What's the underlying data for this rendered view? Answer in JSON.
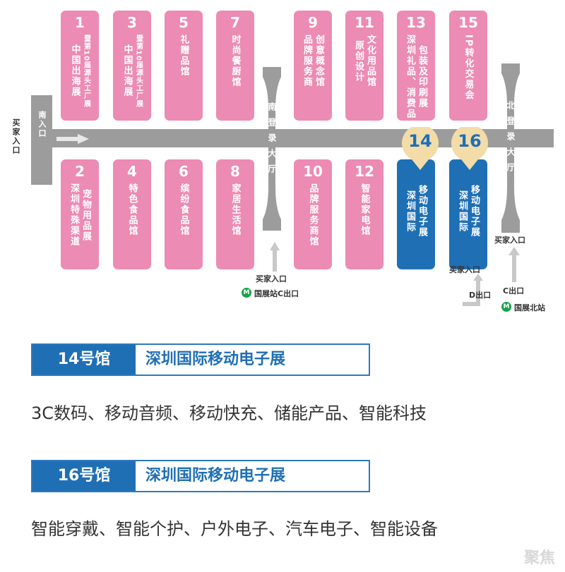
{
  "map": {
    "top_halls": [
      {
        "num": "1",
        "cols": [
          "暨第10届源头工厂展",
          "中国出海展"
        ],
        "small": true
      },
      {
        "num": "3",
        "cols": [
          "暨第10届源头工厂展",
          "中国出海展"
        ],
        "small": true
      },
      {
        "num": "5",
        "cols": [
          "礼赠品馆"
        ]
      },
      {
        "num": "7",
        "cols": [
          "时尚餐厨馆"
        ]
      },
      {
        "num": "9",
        "cols": [
          "创意概念馆",
          "品牌服务商"
        ]
      },
      {
        "num": "11",
        "cols": [
          "文化用品馆",
          "原创设计"
        ]
      },
      {
        "num": "13",
        "cols": [
          "包装及印刷展",
          "深圳礼品、消费品"
        ]
      },
      {
        "num": "15",
        "cols": [
          "IP转化交易会"
        ]
      }
    ],
    "bottom_halls": [
      {
        "num": "2",
        "cols": [
          "宠物用品展",
          "深圳特殊渠道"
        ]
      },
      {
        "num": "4",
        "cols": [
          "特色食品馆"
        ]
      },
      {
        "num": "6",
        "cols": [
          "缤纷食品馆"
        ]
      },
      {
        "num": "8",
        "cols": [
          "家居生活馆"
        ]
      },
      {
        "num": "10",
        "cols": [
          "品牌服务商馆"
        ]
      },
      {
        "num": "12",
        "cols": [
          "智能家电馆"
        ]
      },
      {
        "num": "14",
        "cols": [
          "移动电子展",
          "深圳国际"
        ],
        "blue": true
      },
      {
        "num": "16",
        "cols": [
          "移动电子展",
          "深圳国际"
        ],
        "blue": true
      }
    ],
    "badges": [
      "14",
      "16"
    ],
    "south_lobby": "南登录大厅",
    "north_lobby": "北登录大厅",
    "south_entrance": "南入口",
    "buyer_entrance": "买家入口",
    "buyer_entrance_south": "买家入口",
    "buyer_entrance_d": "买家入口",
    "buyer_entrance_north": "买家入口",
    "metro_c_exit": "国展站C出口",
    "d_exit": "D出口",
    "c_exit": "C出口",
    "metro_north": "国展北站",
    "metro_icon": "metro-icon"
  },
  "sections": [
    {
      "num": "14号馆",
      "title": "深圳国际移动电子展",
      "desc": "3C数码、移动音频、移动快充、储能产品、智能科技"
    },
    {
      "num": "16号馆",
      "title": "深圳国际移动电子展",
      "desc": "智能穿戴、智能个护、户外电子、汽车电子、智能设备"
    }
  ],
  "watermark": "聚焦",
  "colors": {
    "pink": "#ec8bb3",
    "blue": "#1f6fb5",
    "gray": "#9c9c9c",
    "badge": "#f3dca8"
  }
}
